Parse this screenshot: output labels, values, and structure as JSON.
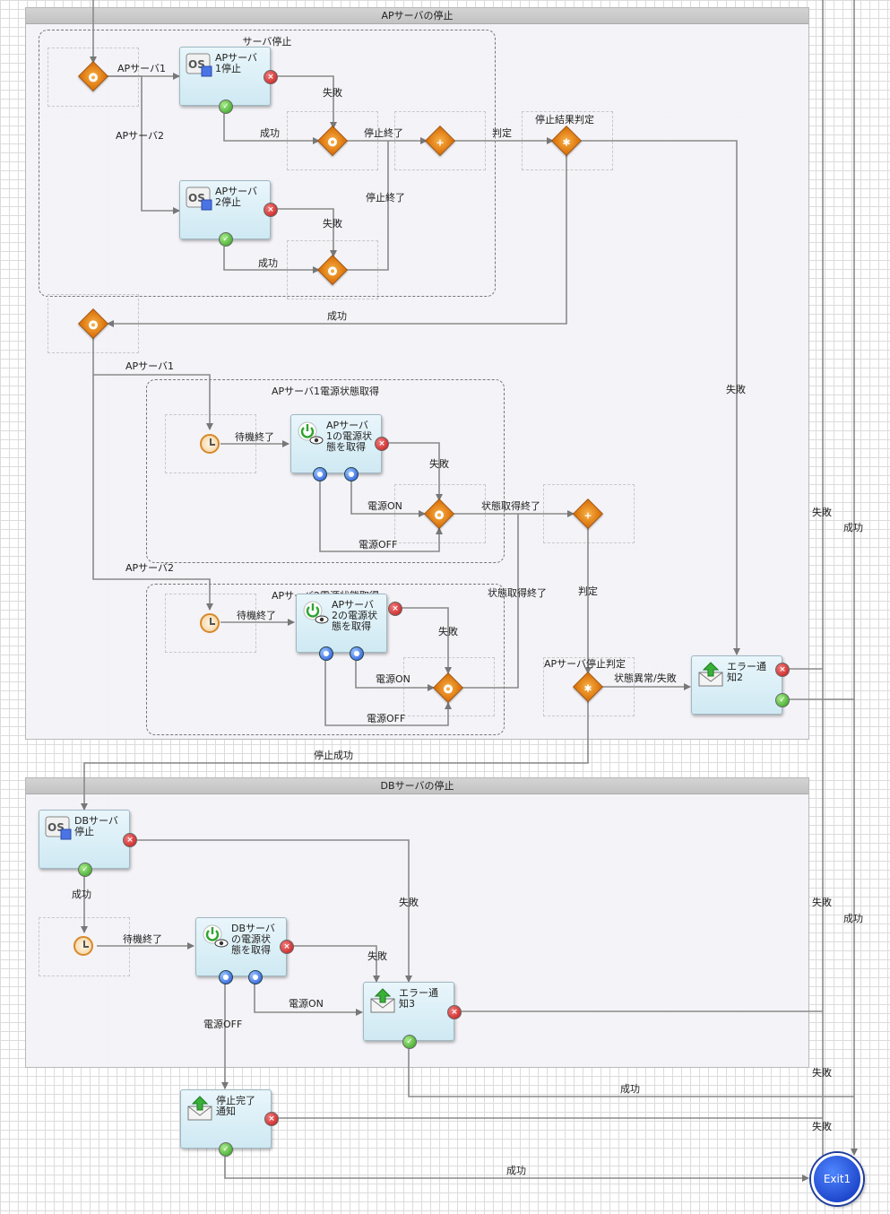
{
  "lanes": {
    "ap_stop": "APサーバの停止",
    "db_stop": "DBサーバの停止"
  },
  "groups": {
    "server_stop": "サーバ停止",
    "ap1_power": "APサーバ1電源状態取得",
    "ap2_power": "APサーバ2電源状態取得"
  },
  "nodes": {
    "ap1_stop": "APサーバ\n1停止",
    "ap2_stop": "APサーバ\n2停止",
    "ap1_state": "APサーバ\n1の電源状\n態を取得",
    "ap2_state": "APサーバ\n2の電源状\n態を取得",
    "error2": "エラー通\n知2",
    "db_stop": "DBサーバ\n停止",
    "db_state": "DBサーバ\nの電源状\n態を取得",
    "error3": "エラー通\n知3",
    "done": "停止完了\n通知",
    "exit": "Exit1"
  },
  "icons": {
    "os_stop": "os-stop-icon",
    "power_state": "power-eye-icon",
    "notify": "mail-upload-icon",
    "timer": "clock-icon"
  },
  "edge_labels": {
    "ap1_a": "APサーバ1",
    "ap2_a": "APサーバ2",
    "fail_1": "失敗",
    "success_1": "成功",
    "stop_end_1": "停止終了",
    "judge_1": "判定",
    "result_judge": "停止結果判定",
    "stop_end_2": "停止終了",
    "fail_2": "失敗",
    "success_2": "成功",
    "success_3": "成功",
    "ap1_b": "APサーバ1",
    "wait_end_1": "待機終了",
    "fail_3": "失敗",
    "power_on_1": "電源ON",
    "power_off_1": "電源OFF",
    "state_end_1": "状態取得終了",
    "fail_right": "失敗",
    "ap2_b": "APサーバ2",
    "judge_2": "判定",
    "state_end_2": "状態取得終了",
    "wait_end_2": "待機終了",
    "fail_4": "失敗",
    "power_on_2": "電源ON",
    "power_off_2": "電源OFF",
    "ap_stop_judge": "APサーバ停止判定",
    "state_abnormal": "状態異常/失敗",
    "stop_success": "停止成功",
    "success_db": "成功",
    "wait_end_3": "待機終了",
    "fail_db": "失敗",
    "fail_db2": "失敗",
    "power_on_3": "電源ON",
    "power_off_3": "電源OFF",
    "success_e3": "成功",
    "success_done": "成功",
    "far_fail_1": "失敗",
    "far_success_1": "成功",
    "far_fail_2": "失敗",
    "far_success_2": "成功",
    "far_fail_3": "失敗",
    "far_fail_4": "失敗"
  }
}
